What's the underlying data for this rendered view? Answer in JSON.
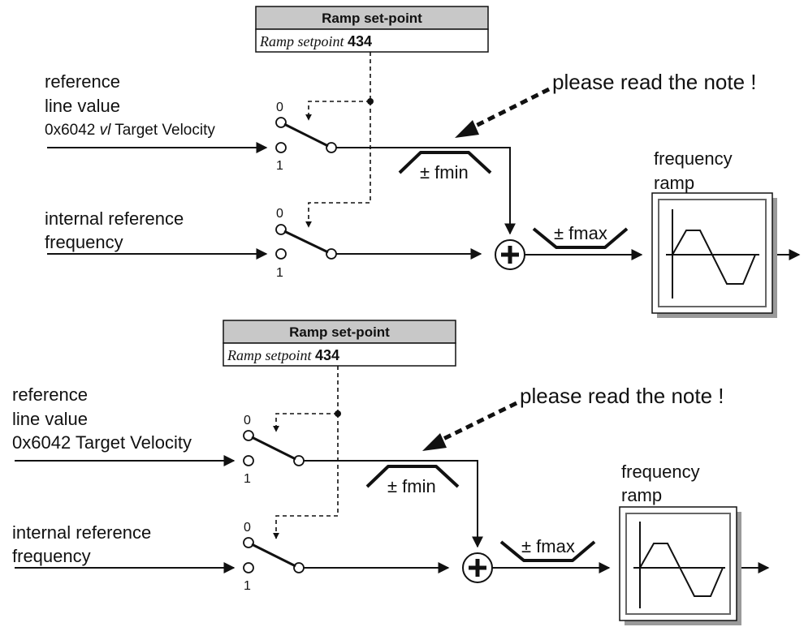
{
  "panels": [
    {
      "ramp_box": {
        "title": "Ramp set-point",
        "subtitle": "Ramp setpoint",
        "param": "434"
      },
      "reference_label": [
        "reference",
        "line value"
      ],
      "velocity_hex": "0x6042",
      "velocity_vl": "vl",
      "velocity_text": "Target Velocity",
      "internal_label": [
        "internal reference",
        "frequency"
      ],
      "switch_pos_0": "0",
      "switch_pos_1": "1",
      "note": "please read the note !",
      "fmin_label": "± fmin",
      "fmax_label": "± fmax",
      "freq_ramp_label": [
        "frequency",
        "ramp"
      ]
    },
    {
      "ramp_box": {
        "title": "Ramp set-point",
        "subtitle": "Ramp setpoint",
        "param": "434"
      },
      "reference_label": [
        "reference",
        "line value"
      ],
      "velocity_hex": "0x6042",
      "velocity_text": "Target Velocity",
      "internal_label": [
        "internal reference",
        "frequency"
      ],
      "switch_pos_0": "0",
      "switch_pos_1": "1",
      "note": "please read the note !",
      "fmin_label": "± fmin",
      "fmax_label": "± fmax",
      "freq_ramp_label": [
        "frequency",
        "ramp"
      ]
    }
  ]
}
